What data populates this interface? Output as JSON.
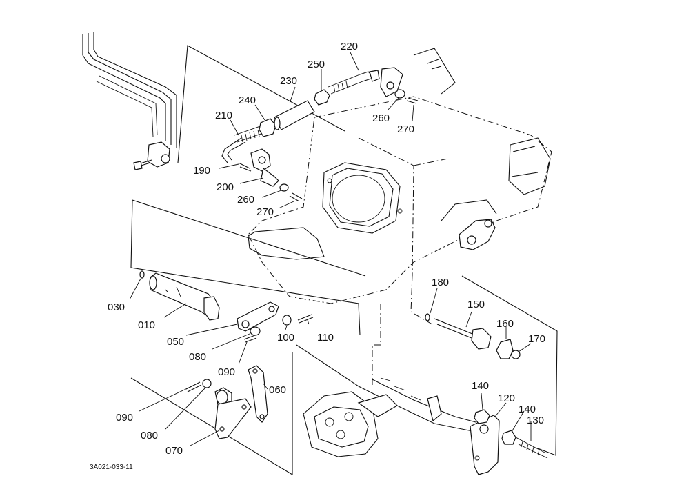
{
  "drawing_code": "3A021-033-11",
  "callouts": [
    {
      "id": "220",
      "text": "220"
    },
    {
      "id": "250",
      "text": "250"
    },
    {
      "id": "230",
      "text": "230"
    },
    {
      "id": "240",
      "text": "240"
    },
    {
      "id": "210",
      "text": "210"
    },
    {
      "id": "260a",
      "text": "260"
    },
    {
      "id": "270a",
      "text": "270"
    },
    {
      "id": "190",
      "text": "190"
    },
    {
      "id": "200",
      "text": "200"
    },
    {
      "id": "260b",
      "text": "260"
    },
    {
      "id": "270b",
      "text": "270"
    },
    {
      "id": "030",
      "text": "030"
    },
    {
      "id": "010",
      "text": "010"
    },
    {
      "id": "050",
      "text": "050"
    },
    {
      "id": "080a",
      "text": "080"
    },
    {
      "id": "100",
      "text": "100"
    },
    {
      "id": "110",
      "text": "110"
    },
    {
      "id": "090a",
      "text": "090"
    },
    {
      "id": "060",
      "text": "060"
    },
    {
      "id": "180",
      "text": "180"
    },
    {
      "id": "150",
      "text": "150"
    },
    {
      "id": "160",
      "text": "160"
    },
    {
      "id": "170",
      "text": "170"
    },
    {
      "id": "140a",
      "text": "140"
    },
    {
      "id": "120",
      "text": "120"
    },
    {
      "id": "140b",
      "text": "140"
    },
    {
      "id": "130",
      "text": "130"
    },
    {
      "id": "090b",
      "text": "090"
    },
    {
      "id": "080b",
      "text": "080"
    },
    {
      "id": "070",
      "text": "070"
    }
  ]
}
